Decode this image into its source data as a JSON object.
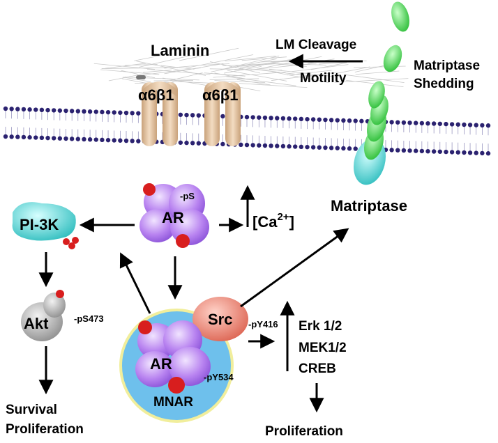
{
  "labels": {
    "laminin": "Laminin",
    "lm_cleavage": "LM Cleavage",
    "motility": "Motility",
    "matriptase_shedding_1": "Matriptase",
    "matriptase_shedding_2": "Shedding",
    "integrin_1": "α6β1",
    "integrin_2": "α6β1",
    "ar_top": "AR",
    "ar_top_ps": "-pS",
    "calcium_base": "[Ca",
    "calcium_sup": "2+",
    "calcium_close": "]",
    "pi3k": "PI-3K",
    "matriptase": "Matriptase",
    "akt": "Akt",
    "akt_ps473": "-pS473",
    "src": "Src",
    "src_py416": "-pY416",
    "ar_complex": "AR",
    "ar_py534": "-pY534",
    "mnar": "MNAR",
    "erk": "Erk 1/2",
    "mek": "MEK1/2",
    "creb": "CREB",
    "survival": "Survival",
    "proliferation_left": "Proliferation",
    "proliferation_right": "Proliferation"
  },
  "colors": {
    "membrane_head": "#2b2270",
    "integrin": "#dcb896",
    "matriptase_green": "#3fd04a",
    "matriptase_teal": "#4fd6d4",
    "ar_purple": "#b07ae8",
    "pi3k_teal": "#3ecfcd",
    "akt_gray": "#a8a8a8",
    "src_salmon": "#ec7b6a",
    "mnar_blue": "#6ec0ec",
    "mnar_rim": "#f1ee9c",
    "phospho_red": "#d81e1e"
  }
}
